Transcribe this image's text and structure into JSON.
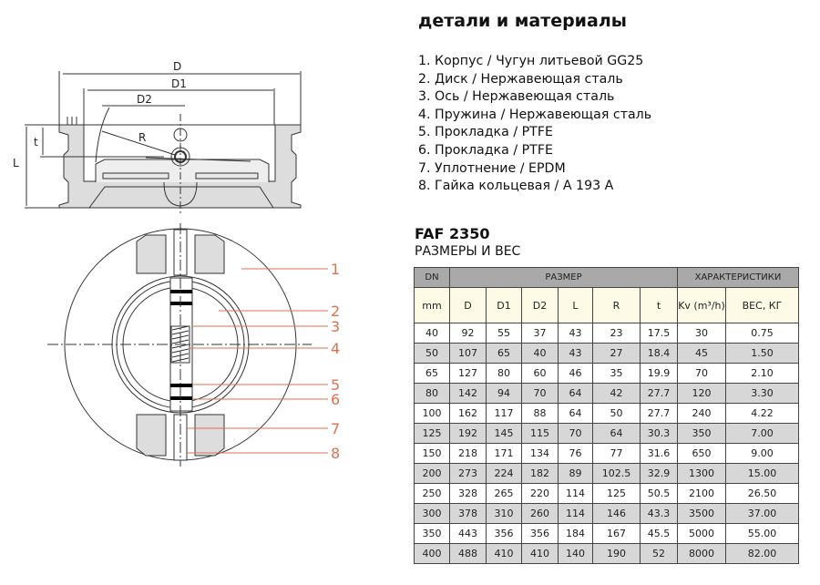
{
  "drawing": {
    "dims": {
      "D": "D",
      "D1": "D1",
      "D2": "D2",
      "R": "R",
      "t": "t",
      "L": "L"
    },
    "callouts": [
      "1",
      "2",
      "3",
      "4",
      "5",
      "6",
      "7",
      "8"
    ],
    "callout_color": "#e07050"
  },
  "title": "детали и материалы",
  "materials": [
    "1. Корпус / Чугун литьевой GG25",
    "2. Диск / Нержавеющая сталь",
    "3. Ось / Нержавеющая сталь",
    "4. Пружина / Нержавеющая сталь",
    "5. Прокладка / PTFE",
    "6. Прокладка / PTFE",
    "7. Уплотнение / EPDM",
    "8. Гайка кольцевая / A 193 A"
  ],
  "model": "FAF 2350",
  "subtitle": "РАЗМЕРЫ И ВЕС",
  "table": {
    "group_headers": [
      "DN",
      "РАЗМЕР",
      "ХАРАКТЕРИСТИКИ"
    ],
    "columns": [
      "mm",
      "D",
      "D1",
      "D2",
      "L",
      "R",
      "t",
      "Kv (m³/h)",
      "ВЕС, КГ"
    ],
    "rows": [
      [
        "40",
        "92",
        "55",
        "37",
        "43",
        "23",
        "17.5",
        "30",
        "0.75"
      ],
      [
        "50",
        "107",
        "65",
        "40",
        "43",
        "27",
        "18.4",
        "45",
        "1.50"
      ],
      [
        "65",
        "127",
        "80",
        "60",
        "46",
        "35",
        "19.9",
        "70",
        "2.10"
      ],
      [
        "80",
        "142",
        "94",
        "70",
        "64",
        "42",
        "27.7",
        "120",
        "3.30"
      ],
      [
        "100",
        "162",
        "117",
        "88",
        "64",
        "50",
        "27.7",
        "240",
        "4.22"
      ],
      [
        "125",
        "192",
        "145",
        "115",
        "70",
        "64",
        "30.3",
        "350",
        "7.00"
      ],
      [
        "150",
        "218",
        "171",
        "134",
        "76",
        "77",
        "31.6",
        "650",
        "9.00"
      ],
      [
        "200",
        "273",
        "224",
        "182",
        "89",
        "102.5",
        "32.9",
        "1300",
        "15.00"
      ],
      [
        "250",
        "328",
        "265",
        "220",
        "114",
        "125",
        "50.5",
        "2100",
        "26.50"
      ],
      [
        "300",
        "378",
        "310",
        "260",
        "114",
        "146",
        "43.3",
        "3500",
        "37.00"
      ],
      [
        "350",
        "443",
        "356",
        "356",
        "184",
        "167",
        "45.5",
        "5000",
        "55.00"
      ],
      [
        "400",
        "488",
        "410",
        "410",
        "140",
        "190",
        "52",
        "8000",
        "82.00"
      ]
    ]
  }
}
